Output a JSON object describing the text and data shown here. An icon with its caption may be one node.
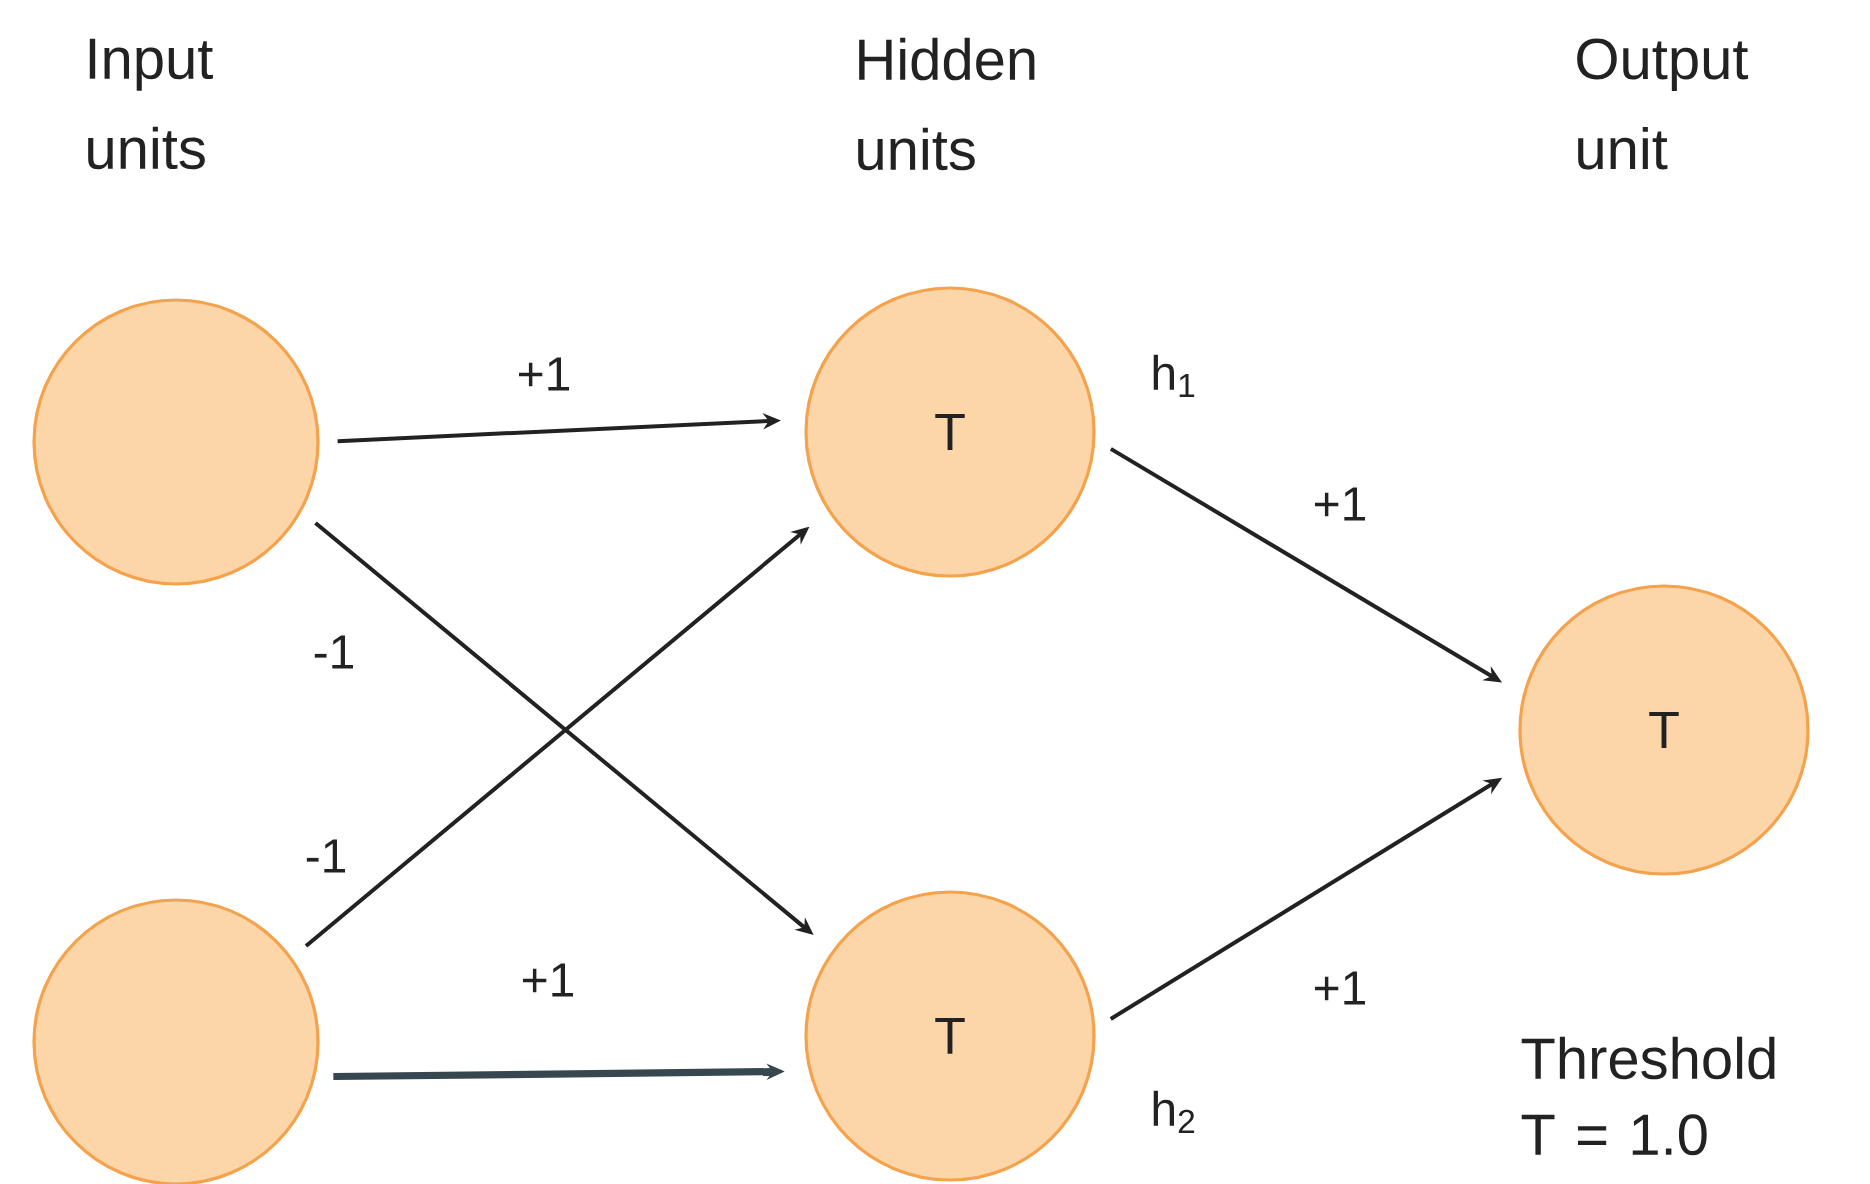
{
  "diagram": {
    "nodes": [
      {
        "text": [],
        "shape": "circle"
      },
      {
        "text": [],
        "shape": "circle"
      },
      {
        "text": [
          "T"
        ],
        "beside": [
          "h$_{1}$"
        ]
      },
      {
        "text": [
          "T"
        ],
        "beside": [
          "h$_{2}$"
        ]
      },
      {
        "text": [
          "T"
        ]
      }
    ],
    "edges": [
      {
        "from": 0,
        "to": 2,
        "arrow": "to",
        "label": "+1"
      },
      {
        "from": 0,
        "to": 3,
        "arrow": "to",
        "label": "-1"
      },
      {
        "from": 1,
        "to": 2,
        "arrow": "to",
        "label": "-1"
      },
      {
        "from": 1,
        "to": 3,
        "arrow": "to",
        "label": "+1",
        "style": "thick",
        "color": "#37474f"
      },
      {
        "from": 2,
        "to": 4,
        "arrow": "to",
        "label": "+1"
      },
      {
        "from": 3,
        "to": 4,
        "arrow": "to",
        "label": "+1"
      }
    ],
    "labels": [
      "Input units",
      "Hidden units",
      "Output unit",
      "Threshold T = 1.0"
    ]
  }
}
